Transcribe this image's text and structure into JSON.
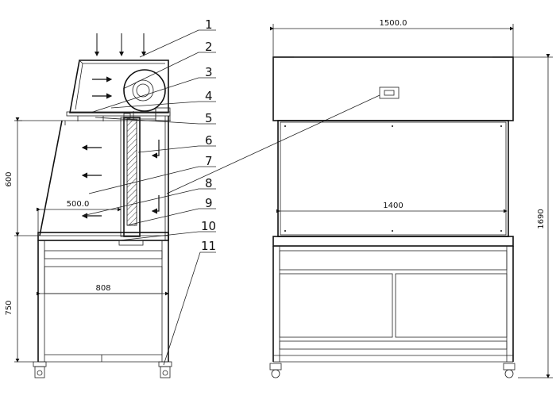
{
  "callouts": [
    "1",
    "2",
    "3",
    "4",
    "5",
    "6",
    "7",
    "8",
    "9",
    "10",
    "11"
  ],
  "side_view": {
    "dim_height_work": "600",
    "dim_height_stand": "750",
    "dim_work_depth": "500.0",
    "dim_stand_depth": "808"
  },
  "front_view": {
    "dim_overall_width": "1500.0",
    "dim_opening_width": "1400",
    "dim_overall_height": "1690"
  },
  "colors": {
    "line": "#111111",
    "background": "#ffffff"
  }
}
